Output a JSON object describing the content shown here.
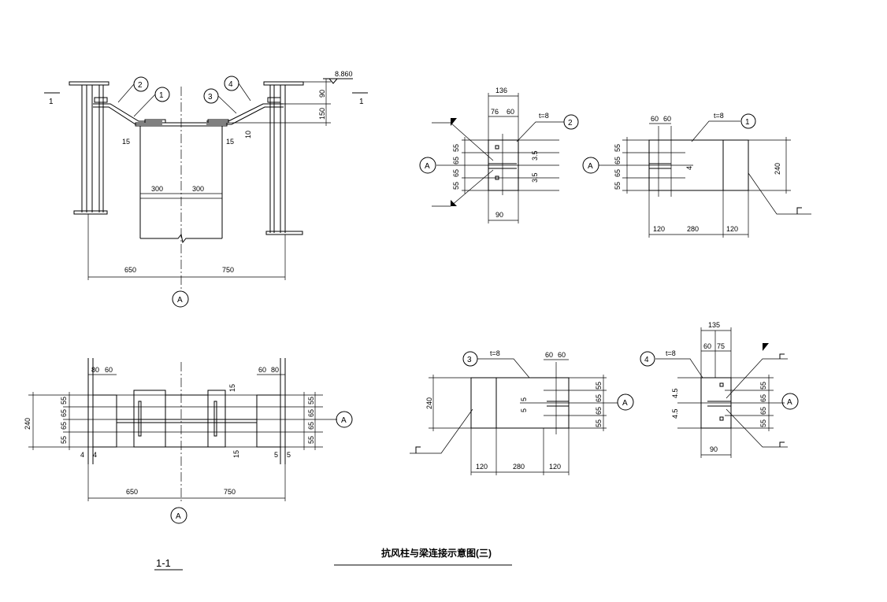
{
  "title": "抗风柱与梁连接示意图(三)",
  "section_label": "1-1",
  "section_mark": "1",
  "axis": "A",
  "elevation": "8.860",
  "plate_t": "t=8",
  "callouts": [
    "1",
    "2",
    "3",
    "4"
  ],
  "elev_view": {
    "dims_top_right": [
      "90",
      "150"
    ],
    "dim_10": "10",
    "dim_15": "15",
    "dim_300": "300",
    "dim_650": "650",
    "dim_750": "750"
  },
  "plan_view": {
    "dims_top_left": [
      "80",
      "60"
    ],
    "dims_top_right": [
      "60",
      "80"
    ],
    "dim_240": "240",
    "dims_left": [
      "55",
      "65",
      "65",
      "55"
    ],
    "dims_right": [
      "55",
      "65",
      "65",
      "55"
    ],
    "dim_15": "15",
    "dim_4": "4",
    "dim_5": "5"
  },
  "plate2": {
    "dim_136": "136",
    "dim_76": "76",
    "dim_60": "60",
    "dim_90": "90",
    "dim_35": "3.5",
    "dims": [
      "55",
      "65",
      "65",
      "55"
    ]
  },
  "plate1": {
    "dim_60": "60",
    "dim_120": "120",
    "dim_280": "280",
    "dim_240": "240",
    "dim_4": "4",
    "dims": [
      "55",
      "65",
      "65",
      "55"
    ]
  },
  "plate3": {
    "dim_60": "60",
    "dim_120": "120",
    "dim_280": "280",
    "dim_240": "240",
    "dim_5": "5",
    "dims": [
      "55",
      "65",
      "65",
      "55"
    ]
  },
  "plate4": {
    "dim_135": "135",
    "dim_60": "60",
    "dim_75": "75",
    "dim_90": "90",
    "dim_45": "4.5",
    "dims": [
      "55",
      "65",
      "65",
      "55"
    ]
  }
}
